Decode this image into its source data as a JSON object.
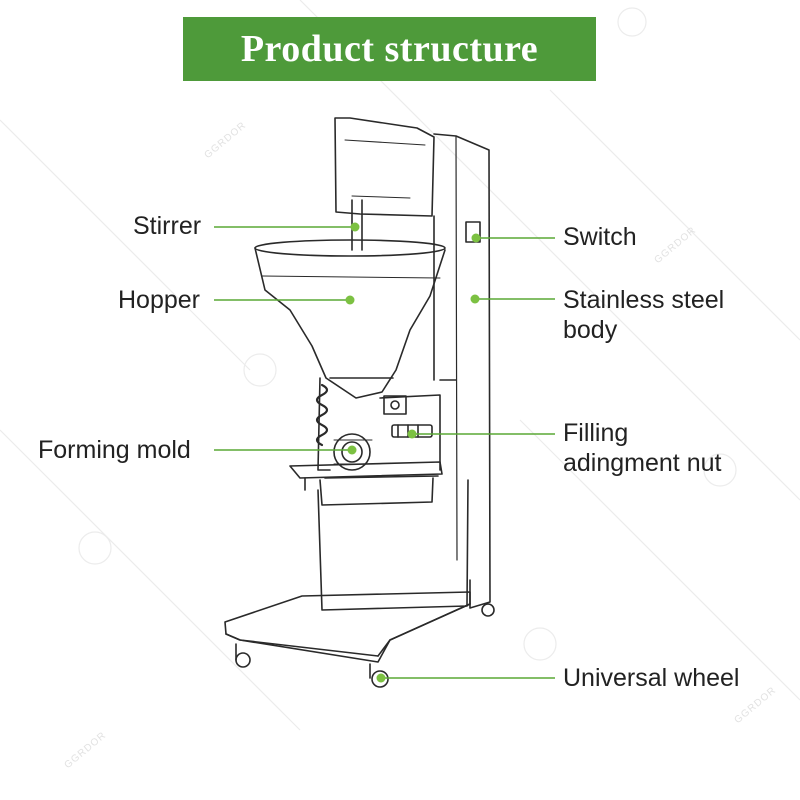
{
  "title": "Product structure",
  "colors": {
    "banner": "#4e9a3a",
    "leader_line": "#5aa835",
    "dot": "#7cc142",
    "text": "#222222",
    "machine_line": "#2a2a2a"
  },
  "labels": {
    "stirrer": "Stirrer",
    "hopper": "Hopper",
    "forming_mold": "Forming mold",
    "switch": "Switch",
    "stainless_steel_body": "Stainless steel\nbody",
    "filling_adjustment_nut": "Filling\nadingment nut",
    "universal_wheel": "Universal wheel"
  },
  "watermark": "GGRDOR"
}
